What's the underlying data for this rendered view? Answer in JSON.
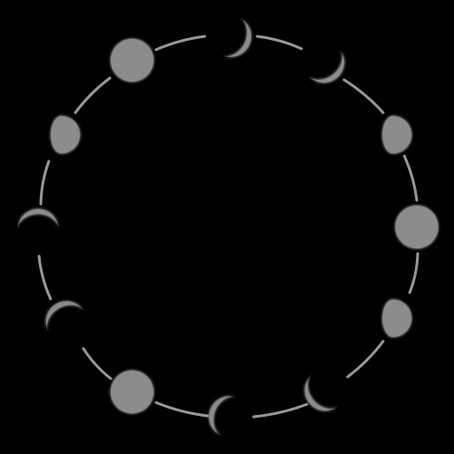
{
  "colors": {
    "background": "#000000",
    "moon": "#8c8c8c",
    "moon_glow": "#d9d9d9",
    "ring": "#9a9a9a"
  },
  "phases": [
    {
      "name": "full-moon",
      "icon": "full-moon-icon"
    },
    {
      "name": "crescent",
      "icon": "crescent-moon-icon"
    },
    {
      "name": "crescent",
      "icon": "crescent-moon-icon"
    },
    {
      "name": "gibbous",
      "icon": "gibbous-moon-icon"
    },
    {
      "name": "full-moon",
      "icon": "full-moon-icon"
    },
    {
      "name": "gibbous",
      "icon": "gibbous-moon-icon"
    },
    {
      "name": "crescent",
      "icon": "crescent-moon-icon"
    },
    {
      "name": "crescent",
      "icon": "crescent-moon-icon"
    },
    {
      "name": "full-moon",
      "icon": "full-moon-icon"
    },
    {
      "name": "crescent",
      "icon": "crescent-moon-icon"
    },
    {
      "name": "crescent",
      "icon": "crescent-moon-icon"
    },
    {
      "name": "gibbous",
      "icon": "gibbous-moon-icon"
    }
  ]
}
